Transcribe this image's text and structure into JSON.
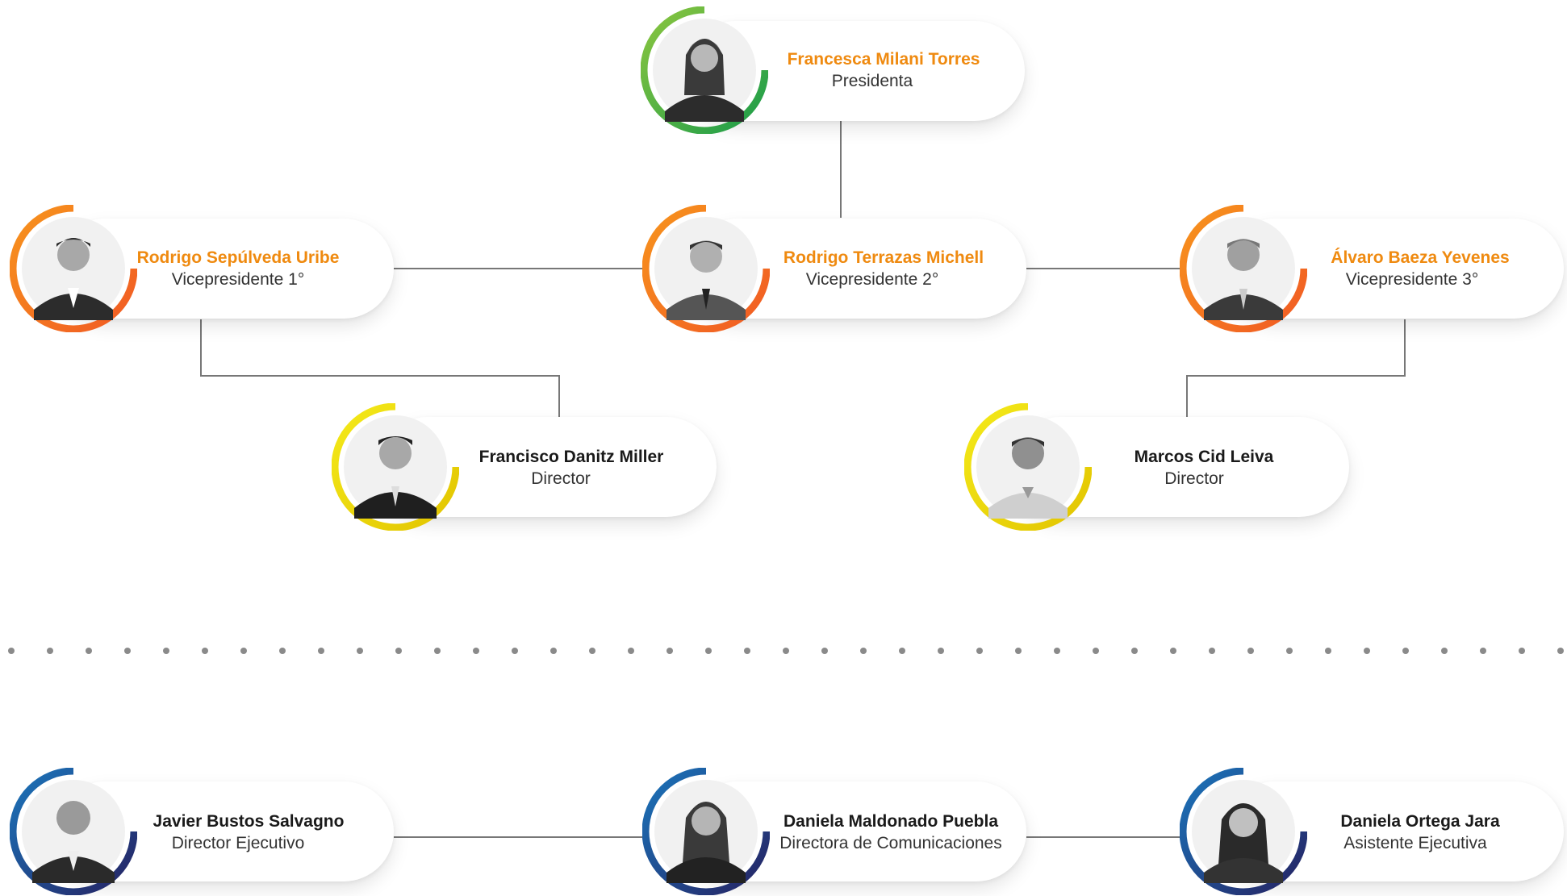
{
  "colors": {
    "green_ring": [
      "#8cc63f",
      "#1a9c4a"
    ],
    "orange_ring": [
      "#f7941d",
      "#f15a24"
    ],
    "yellow_ring": [
      "#f4ea1a",
      "#e2c400"
    ],
    "blue_ring": [
      "#1b75bb",
      "#262262"
    ],
    "name_highlight": "#ef8a10",
    "connector": "#777777",
    "dots": "#8a8a8a"
  },
  "people": {
    "president": {
      "name": "Francesca Milani Torres",
      "role": "Presidenta",
      "icon": "person-female-photo"
    },
    "vp1": {
      "name": "Rodrigo Sepúlveda Uribe",
      "role": "Vicepresidente 1°",
      "icon": "person-male-photo"
    },
    "vp2": {
      "name": "Rodrigo Terrazas Michell",
      "role": "Vicepresidente 2°",
      "icon": "person-male-photo"
    },
    "vp3": {
      "name": "Álvaro Baeza Yevenes",
      "role": "Vicepresidente 3°",
      "icon": "person-male-photo"
    },
    "dir1": {
      "name": "Francisco Danitz Miller",
      "role": "Director",
      "icon": "person-male-photo"
    },
    "dir2": {
      "name": "Marcos Cid Leiva",
      "role": "Director",
      "icon": "person-male-photo"
    },
    "staff1": {
      "name": "Javier Bustos Salvagno",
      "role": "Director Ejecutivo",
      "icon": "person-male-photo"
    },
    "staff2": {
      "name": "Daniela Maldonado Puebla",
      "role": "Directora de Comunicaciones",
      "icon": "person-female-photo"
    },
    "staff3": {
      "name": "Daniela Ortega Jara",
      "role": "Asistente Ejecutiva",
      "icon": "person-female-photo"
    }
  }
}
